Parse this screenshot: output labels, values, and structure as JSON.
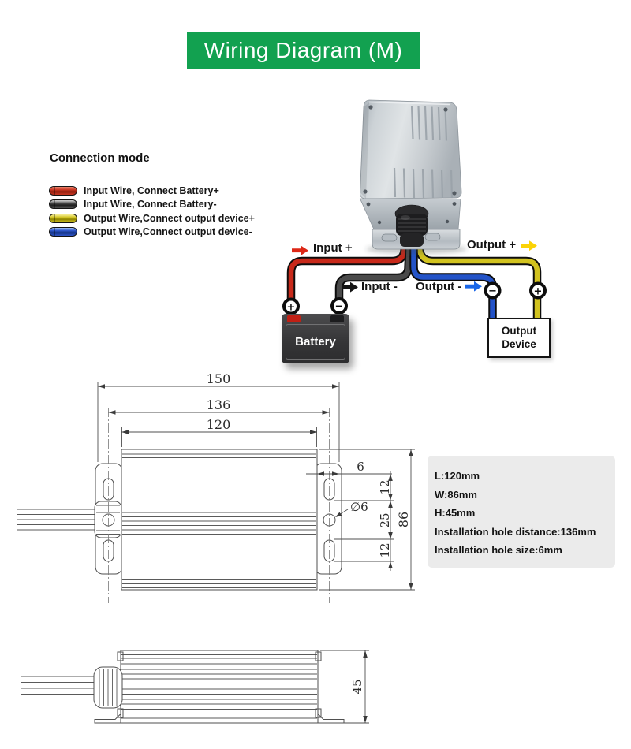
{
  "banner": {
    "title": "Wiring Diagram (M)",
    "bg_color": "#12a150",
    "text_color": "#ffffff"
  },
  "connection_mode": {
    "heading": "Connection mode",
    "items": [
      {
        "label": "Input Wire, Connect Battery+",
        "wire_color": "#c22718"
      },
      {
        "label": "Input Wire, Connect Battery-",
        "wire_color": "#3c3c3c"
      },
      {
        "label": "Output Wire,Connect output device+",
        "wire_color": "#cfc11d"
      },
      {
        "label": "Output Wire,Connect output device-",
        "wire_color": "#2a50c8"
      }
    ]
  },
  "wiring": {
    "labels": {
      "input_pos": "Input +",
      "input_neg": "Input -",
      "output_pos": "Output +",
      "output_neg": "Output -"
    },
    "battery_label": "Battery",
    "output_device_label": "Output Device",
    "terminal_plus": "+",
    "terminal_minus": "−",
    "wire_colors": {
      "input_pos": "#c8291a",
      "input_neg": "#3a3a3a",
      "output_pos": "#d2c31f",
      "output_neg": "#2353c8"
    }
  },
  "dimensions": {
    "top_view": {
      "overall_length": "150",
      "hole_distance": "136",
      "body_length": "120",
      "ear_offset": "6",
      "hole_top_offset": "12",
      "hole_mid_spacing": "25",
      "hole_bottom_offset": "12",
      "overall_width": "86",
      "hole_diameter": "∅6"
    },
    "side_view": {
      "height": "45"
    }
  },
  "specs": {
    "lines": [
      "L:120mm",
      "W:86mm",
      "H:45mm",
      "Installation hole distance:136mm",
      "Installation hole size:6mm"
    ]
  }
}
